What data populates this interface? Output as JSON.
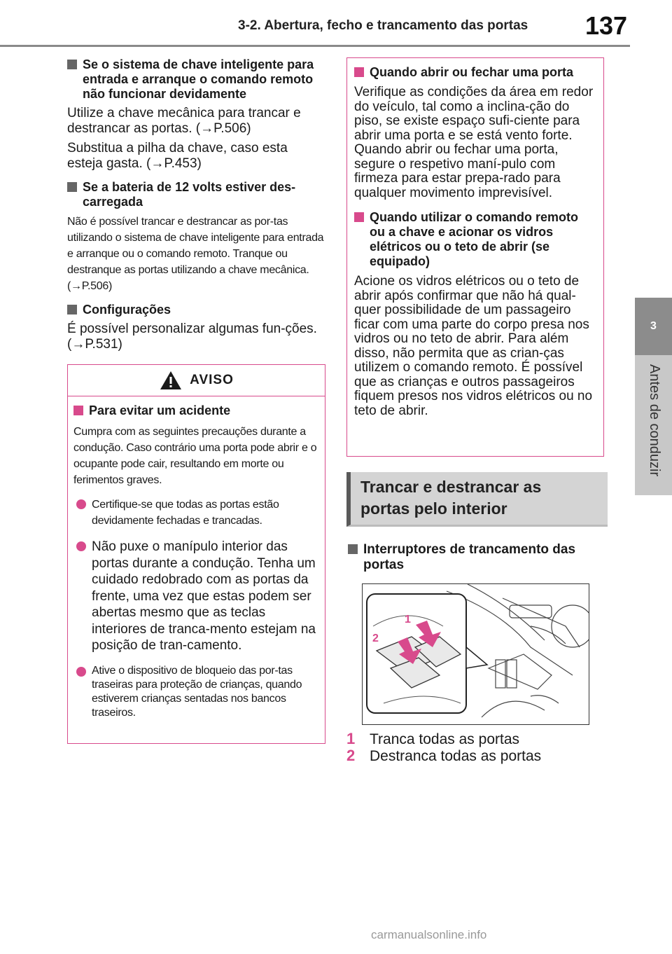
{
  "header": {
    "section_title": "3-2. Abertura, fecho e trancamento das portas",
    "page_number": "137"
  },
  "side_tab": {
    "chapter_number": "3",
    "chapter_title": "Antes de conduzir"
  },
  "left": {
    "s1_heading": "Se o sistema de chave inteligente para entrada e arranque o comando remoto não funcionar devidamente",
    "s1_p1": "Utilize a chave mecânica para trancar e destrancar as portas. (→P.506)",
    "s1_p2": "Substitua a pilha da chave, caso esta esteja gasta. (→P.453)",
    "s2_heading": "Se a bateria de 12 volts estiver des-carregada",
    "s2_p1": "Não é possível trancar e destrancar as por-tas utilizando o sistema de chave inteligente para entrada e arranque ou o comando remoto. Tranque ou destranque as portas utilizando a chave mecânica. (→P.506)",
    "s3_heading": "Configurações",
    "s3_p1": "É possível personalizar algumas fun-ções. (→P.531)"
  },
  "warning": {
    "title": "AVISO",
    "heading": "Para evitar um acidente",
    "intro": "Cumpra com as seguintes precauções durante a condução. Caso contrário uma porta pode abrir e o ocupante pode cair, resultando em morte ou ferimentos graves.",
    "b1": "Certifique-se que todas as portas estão devidamente fechadas e trancadas.",
    "b2": "Não puxe o manípulo interior das portas durante a condução. Tenha um cuidado redobrado com as portas da frente, uma vez que estas podem ser abertas mesmo que as teclas interiores de tranca-mento estejam na posição de tran-camento.",
    "b3": "Ative o dispositivo de bloqueio das por-tas traseiras para proteção de crianças, quando estiverem crianças sentadas nos bancos traseiros."
  },
  "info": {
    "h1": "Quando abrir ou fechar uma porta",
    "p1": "Verifique as condições da área em redor do veículo, tal como a inclina-ção do piso, se existe espaço sufi-ciente para abrir uma porta e se está vento forte. Quando abrir ou fechar uma porta, segure o respetivo maní-pulo com firmeza para estar prepa-rado para qualquer movimento imprevisível.",
    "h2": "Quando utilizar o comando remoto ou a chave e acionar os vidros elétricos ou o teto de abrir (se equipado)",
    "p2": "Acione os vidros elétricos ou o teto de abrir após confirmar que não há qual-quer possibilidade de um passageiro ficar com uma parte do corpo presa nos vidros ou no teto de abrir. Para além disso, não permita que as crian-ças utilizem o comando remoto. É possível que as crianças e outros passageiros fiquem presos nos vidros elétricos ou no teto de abrir."
  },
  "banner": {
    "line1": "Trancar e destrancar as",
    "line2": "portas pelo interior"
  },
  "switches": {
    "heading": "Interruptores de trancamento das portas",
    "callout1": "1",
    "callout2": "2",
    "cap1_num": "1",
    "cap1_text": "Tranca todas as portas",
    "cap2_num": "2",
    "cap2_text": "Destranca todas as portas"
  },
  "footer": "carmanualsonline.info",
  "colors": {
    "accent": "#d84a8c",
    "tab": "#8c8c8c"
  }
}
